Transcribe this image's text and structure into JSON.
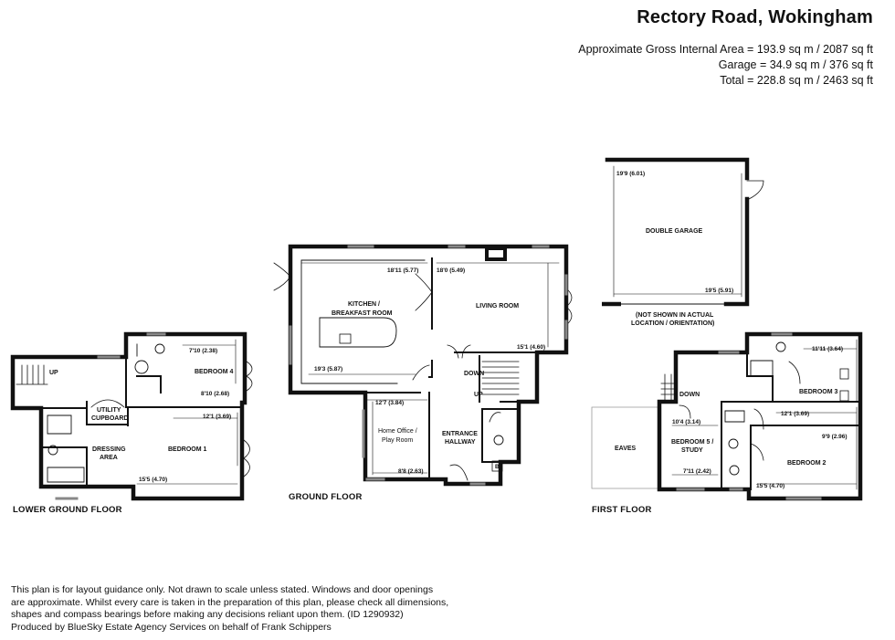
{
  "header": {
    "title": "Rectory Road, Wokingham",
    "areas": [
      "Approximate Gross Internal Area = 193.9 sq m / 2087 sq ft",
      "Garage = 34.9 sq m / 376 sq ft",
      "Total = 228.8 sq m / 2463 sq ft"
    ]
  },
  "floors": {
    "lower_ground": "LOWER GROUND FLOOR",
    "ground": "GROUND FLOOR",
    "first": "FIRST FLOOR"
  },
  "rooms": {
    "lower_ground": {
      "bedroom4": "BEDROOM 4",
      "bedroom4_dim_a": "7'10 (2.38)",
      "bedroom4_dim_b": "8'10 (2.68)",
      "bedroom1": "BEDROOM 1",
      "bedroom1_dim_a": "12'1 (3.69)",
      "bedroom1_dim_b": "15'5 (4.70)",
      "utility_1": "UTILITY",
      "utility_2": "CUPBOARD",
      "dressing_1": "DRESSING",
      "dressing_2": "AREA",
      "up": "UP"
    },
    "ground": {
      "kitchen_1": "KITCHEN /",
      "kitchen_2": "BREAKFAST ROOM",
      "kitchen_dim_a": "18'11 (5.77)",
      "kitchen_dim_b": "19'3 (5.87)",
      "living": "LIVING ROOM",
      "living_dim_a": "18'0 (5.49)",
      "living_dim_b": "15'1 (4.60)",
      "office_1": "Home Office /",
      "office_2": "Play Room",
      "office_dim_a": "12'7 (3.84)",
      "office_dim_b": "8'8 (2.63)",
      "hall_1": "ENTRANCE",
      "hall_2": "HALLWAY",
      "down": "DOWN",
      "up": "UP",
      "boiler": "B"
    },
    "garage": {
      "name": "DOUBLE GARAGE",
      "dim_a": "19'9 (6.01)",
      "dim_b": "19'5 (5.91)",
      "note_1": "(NOT SHOWN IN ACTUAL",
      "note_2": "LOCATION / ORIENTATION)"
    },
    "first": {
      "bedroom3": "BEDROOM 3",
      "bedroom3_dim_a": "11'11 (3.64)",
      "bedroom3_dim_b": "12'1 (3.69)",
      "bedroom2": "BEDROOM 2",
      "bedroom2_dim_a": "9'9 (2.96)",
      "bedroom2_dim_b": "15'5 (4.70)",
      "bedroom5_1": "BEDROOM 5 /",
      "bedroom5_2": "STUDY",
      "bedroom5_dim_a": "10'4 (3.14)",
      "bedroom5_dim_b": "7'11 (2.42)",
      "eaves": "EAVES",
      "down": "DOWN"
    }
  },
  "disclaimer": [
    "This plan is for layout guidance only. Not drawn to scale unless stated. Windows and door openings",
    "are approximate. Whilst every care is taken in the preparation of this plan, please check all dimensions,",
    "shapes and compass bearings before making any decisions reliant upon them. (ID 1290932)",
    "Produced by BlueSky Estate Agency Services on behalf of Frank Schippers"
  ]
}
